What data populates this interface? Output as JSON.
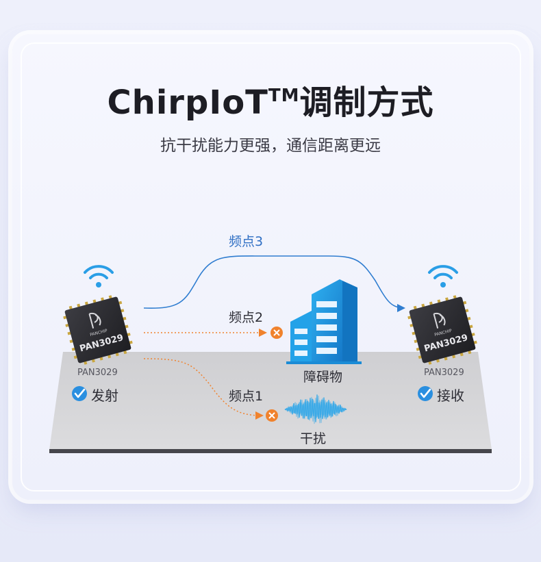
{
  "header": {
    "title_main": "ChirpIoT",
    "title_tm": "TM",
    "title_tail": "调制方式",
    "subtitle": "抗干扰能力更强，通信距离更远"
  },
  "diagram": {
    "freq3_label": "频点3",
    "freq2_label": "频点2",
    "freq1_label": "频点1",
    "obstacle_label": "障碍物",
    "interference_label": "干扰",
    "chip_logo_text": "PANCHIP",
    "chip_model": "PAN3029",
    "sender": {
      "chip_label": "PAN3029",
      "role": "发射"
    },
    "receiver": {
      "chip_label": "PAN3029",
      "role": "接收"
    }
  },
  "colors": {
    "accent_blue": "#2f7dd0",
    "building_blue": "#1a9be0",
    "warning_orange": "#f0822d",
    "platform_gray": "#d4d4d6",
    "platform_edge": "#46464c"
  }
}
